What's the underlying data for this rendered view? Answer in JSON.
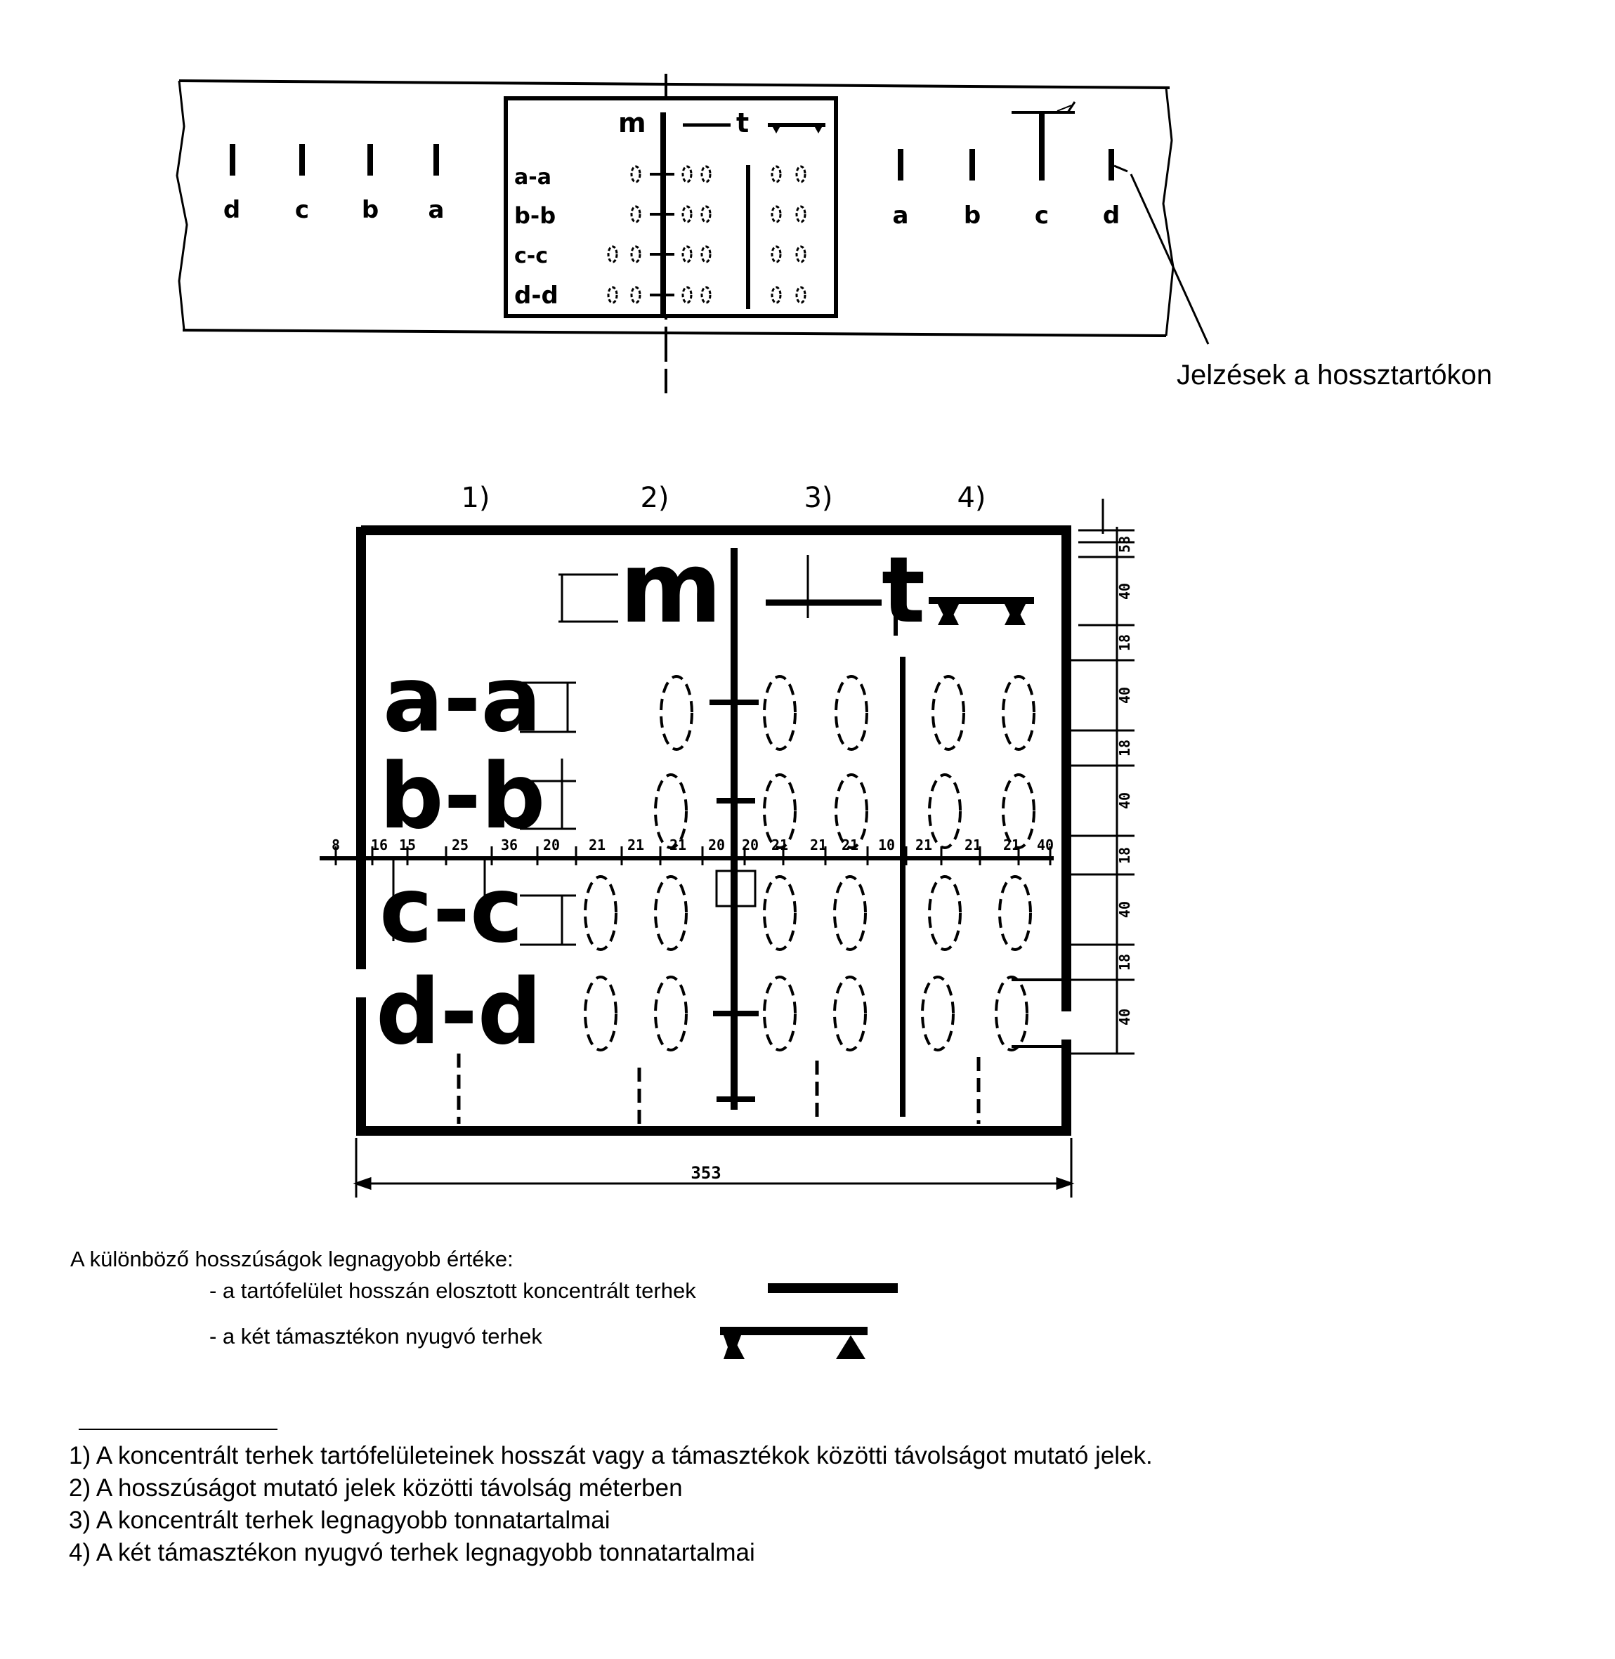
{
  "top": {
    "caption": "Jelzések a hossztartókon",
    "left_marks": [
      "d",
      "c",
      "b",
      "a"
    ],
    "right_marks": [
      "a",
      "b",
      "c",
      "d"
    ],
    "header_m": "m",
    "header_t": "t",
    "rows": [
      "a-a",
      "b-b",
      "c-c",
      "d-d"
    ]
  },
  "detail": {
    "column_numbers": [
      "1)",
      "2)",
      "3)",
      "4)"
    ],
    "header_m": "m",
    "header_t": "t",
    "rows": [
      "a-a",
      "b-b",
      "c-c",
      "d-d"
    ],
    "width_dim": "353",
    "right_dims": [
      "58",
      "40",
      "18",
      "40",
      "18",
      "40",
      "18",
      "40",
      "18",
      "40"
    ],
    "ruler_labels": [
      "8",
      "16",
      "15",
      "25",
      "36",
      "20",
      "21",
      "21",
      "21",
      "20",
      "20",
      "21",
      "21",
      "21",
      "10",
      "21",
      "21",
      "21",
      "40"
    ]
  },
  "legend": {
    "title": "A különböző hosszúságok legnagyobb értéke:",
    "item1": "- a tartófelület hosszán elosztott koncentrált terhek",
    "item2": "- a két támasztékon nyugvó terhek"
  },
  "footnotes": [
    "1) A koncentrált terhek tartófelületeinek hosszát vagy a támasztékok közötti távolságot mutató jelek.",
    "2) A hosszúságot mutató jelek közötti távolság méterben",
    "3) A koncentrált terhek legnagyobb tonnatartalmai",
    "4) A két támasztékon nyugvó terhek legnagyobb tonnatartalmai"
  ]
}
